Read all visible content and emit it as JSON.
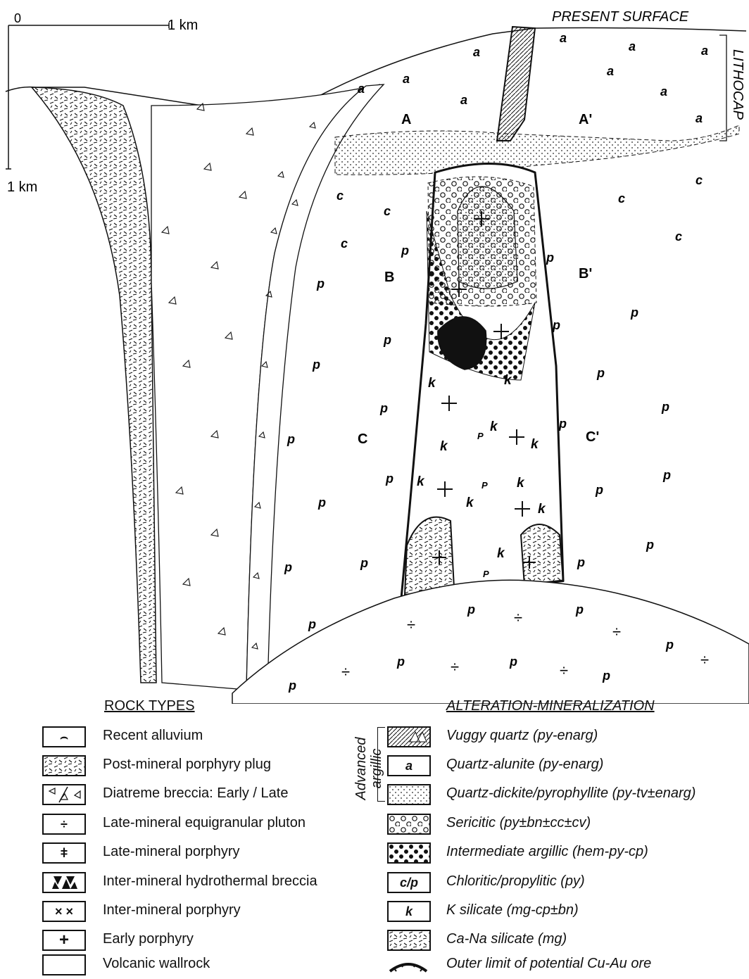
{
  "scale": {
    "zero": "0",
    "horizontal": "1 km",
    "vertical": "1 km"
  },
  "section": {
    "present_surface": "PRESENT SURFACE",
    "lithocap": "LITHOCAP",
    "markers": [
      {
        "left": "A",
        "right": "A'"
      },
      {
        "left": "B",
        "right": "B'"
      },
      {
        "left": "C",
        "right": "C'"
      }
    ],
    "zone_symbols": {
      "advanced": "a",
      "chloritic": "c",
      "propylitic": "p",
      "ksilicate": "k",
      "late_porphyry": "P"
    }
  },
  "legend": {
    "rock_types_title": "ROCK TYPES",
    "rock_types": [
      {
        "label": "Recent alluvium",
        "symbol": "alluvium"
      },
      {
        "label": "Post-mineral porphyry plug",
        "symbol": "dash-texture"
      },
      {
        "label": "Diatreme breccia: Early / Late",
        "symbol": "triangles"
      },
      {
        "label": "Late-mineral equigranular pluton",
        "symbol": "÷"
      },
      {
        "label": "Late-mineral porphyry",
        "symbol": "ǂ"
      },
      {
        "label": "Inter-mineral hydrothermal breccia",
        "symbol": "black-triangles"
      },
      {
        "label": "Inter-mineral porphyry",
        "symbol": "× ×"
      },
      {
        "label": "Early porphyry",
        "symbol": "+"
      },
      {
        "label": "Volcanic wallrock",
        "symbol": "blank"
      }
    ],
    "alteration_title": "ALTERATION-MINERALIZATION",
    "advanced_argillic_label": "Advanced argillic",
    "alteration": [
      {
        "label": "Vuggy quartz (py-enarg)",
        "symbol": "hatch"
      },
      {
        "label": "Quartz-alunite (py-enarg)",
        "symbol": "a"
      },
      {
        "label": "Quartz-dickite/pyrophyllite (py-tv±enarg)",
        "symbol": "stipple"
      },
      {
        "label": "Sericitic (py±bn±cc±cv)",
        "symbol": "circles"
      },
      {
        "label": "Intermediate argillic (hem-py-cp)",
        "symbol": "dots"
      },
      {
        "label": "Chloritic/propylitic (py)",
        "symbol": "c/p"
      },
      {
        "label": "K silicate (mg-cp±bn)",
        "symbol": "k"
      },
      {
        "label": "Ca-Na silicate (mg)",
        "symbol": "dash-texture"
      },
      {
        "label": "Outer limit of potential Cu-Au ore",
        "symbol": "ore-limit"
      }
    ]
  }
}
